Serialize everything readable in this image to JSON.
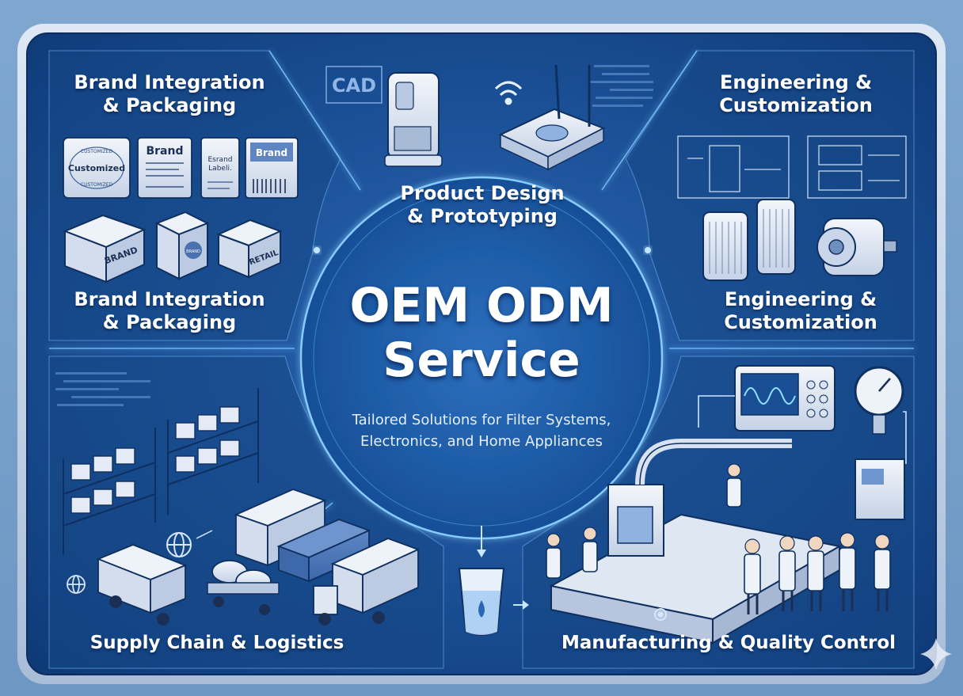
{
  "center": {
    "title_line1": "OEM ODM",
    "title_line2": "Service",
    "subtitle_line1": "Tailored Solutions for Filter Systems,",
    "subtitle_line2": "Electronics, and Home Appliances"
  },
  "sections": {
    "brand_top": {
      "line1": "Brand Integration",
      "line2": "& Packaging"
    },
    "brand_bottom": {
      "line1": "Brand Integration",
      "line2": "& Packaging"
    },
    "product": {
      "line1": "Product Design",
      "line2": "& Prototyping"
    },
    "engineering_top": {
      "line1": "Engineering &",
      "line2": "Customization"
    },
    "engineering_bottom": {
      "line1": "Engineering &",
      "line2": "Customization"
    },
    "supply": {
      "line1": "Supply Chain & Logistics"
    },
    "manufacturing": {
      "line1": "Manufacturing & Quality Control"
    }
  },
  "artwork_text": {
    "cad": "CAD",
    "label1_top": "CUSTOMIZED",
    "label1_mid": "Customized",
    "label1_bot": "CUSTOMIZED",
    "label2": "Brand",
    "label3_a": "Esrand",
    "label3_b": "Labeli.",
    "label4": "Brand",
    "box1": "BRAND",
    "box2": "BRAND",
    "box3": "RETAIL"
  },
  "colors": {
    "panel_dark": "#123a78",
    "panel_mid": "#1d5298",
    "glow": "#5fb8ff",
    "outline": "#cfe0f5"
  }
}
